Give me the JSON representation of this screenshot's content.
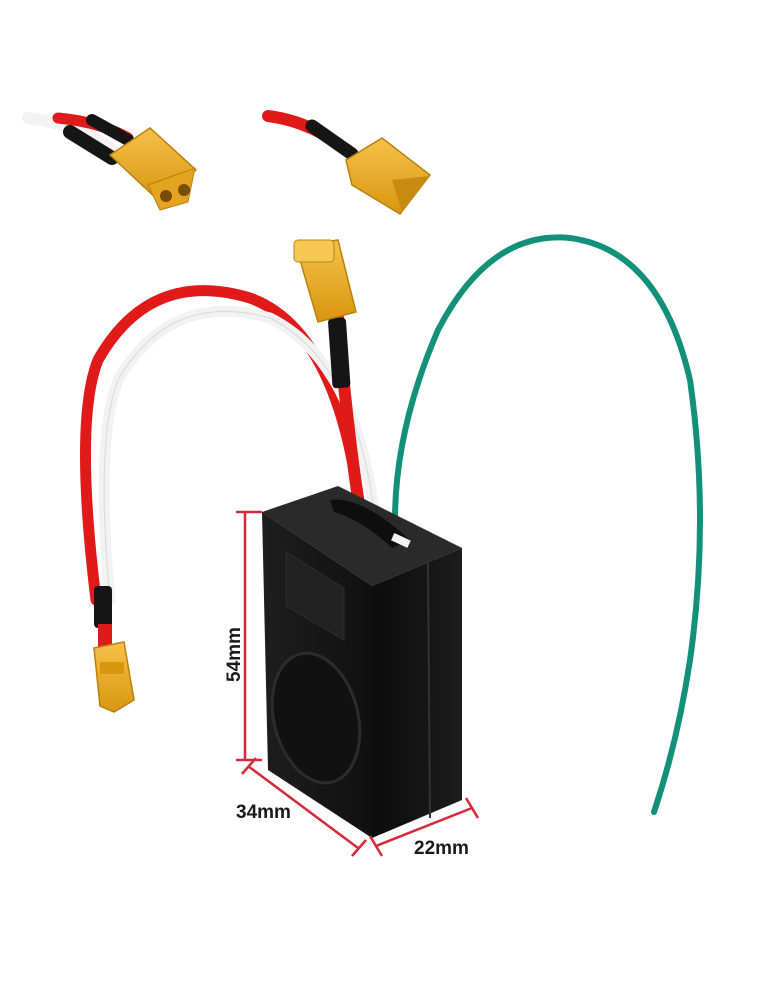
{
  "dimensions": {
    "height_label": "54mm",
    "length_label": "34mm",
    "width_label": "22mm"
  },
  "colors": {
    "box": "#161616",
    "red_wire": "#e01919",
    "white_wire": "#f2f2f2",
    "green_wire": "#13907a",
    "connector": "#efb02a",
    "dimension_line": "#d6283a"
  }
}
